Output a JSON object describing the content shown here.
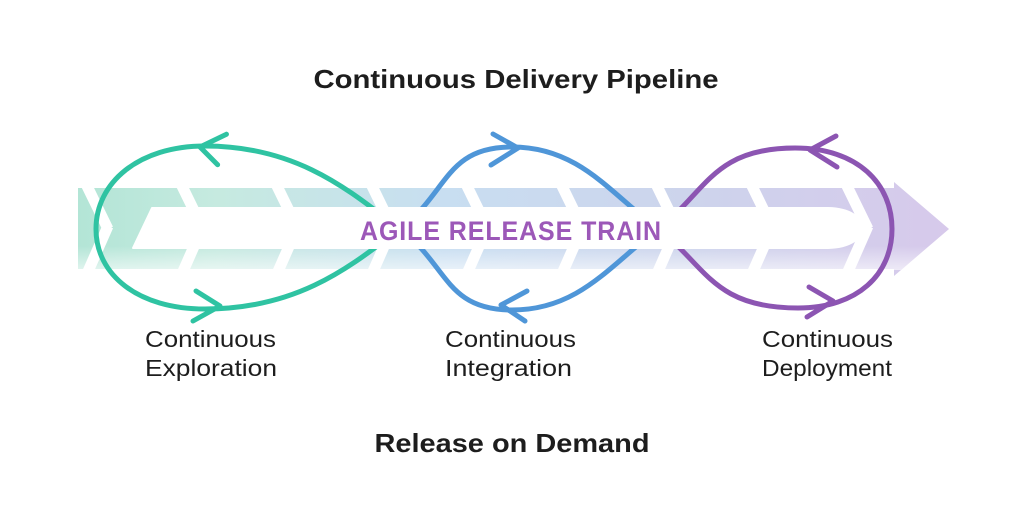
{
  "title": {
    "text": "Continuous Delivery Pipeline"
  },
  "band": {
    "label": "AGILE RELEASE TRAIN",
    "label_color": "#9c58b8",
    "direction": "right-arrow",
    "gradient": {
      "left": "#b3e5d6",
      "middle": "#c8def1",
      "right": "#d7c9eb"
    }
  },
  "stages": [
    {
      "id": "continuous-exploration",
      "line1": "Continuous",
      "line2": "Exploration",
      "loop_color": "#2fc3a2",
      "top_arrow_direction": "left",
      "bottom_arrow_direction": "right"
    },
    {
      "id": "continuous-integration",
      "line1": "Continuous",
      "line2": "Integration",
      "loop_color": "#4f96d8",
      "top_arrow_direction": "right",
      "bottom_arrow_direction": "left"
    },
    {
      "id": "continuous-deployment",
      "line1": "Continuous",
      "line2": "Deployment",
      "loop_color": "#8c55b2",
      "top_arrow_direction": "left",
      "bottom_arrow_direction": "right"
    }
  ],
  "footer": {
    "text": "Release on Demand"
  },
  "colors": {
    "text": "#1d1d1d",
    "teal": "#2fc3a2",
    "blue": "#4f96d8",
    "purple": "#8c55b2",
    "art_label": "#9c58b8"
  }
}
